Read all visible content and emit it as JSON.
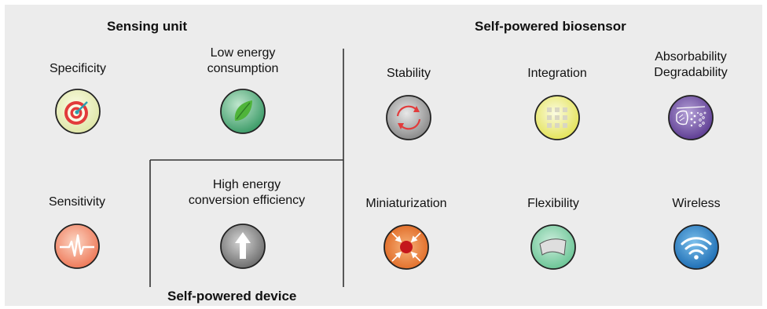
{
  "sections": {
    "sensing_unit": "Sensing unit",
    "self_powered_biosensor": "Self-powered biosensor",
    "self_powered_device": "Self-powered device"
  },
  "features": {
    "specificity": {
      "lines": [
        "Specificity"
      ],
      "icon": "target-icon"
    },
    "low_energy": {
      "lines": [
        "Low energy",
        "consumption"
      ],
      "icon": "leaf-icon"
    },
    "sensitivity": {
      "lines": [
        "Sensitivity"
      ],
      "icon": "pulse-icon"
    },
    "high_energy": {
      "lines": [
        "High energy",
        "conversion efficiency"
      ],
      "icon": "arrow-up-icon"
    },
    "stability": {
      "lines": [
        "Stability"
      ],
      "icon": "cycle-arrows-icon"
    },
    "integration": {
      "lines": [
        "Integration"
      ],
      "icon": "grid-icon"
    },
    "absorbability": {
      "lines": [
        "Absorbability",
        "Degradability"
      ],
      "icon": "dissolving-icon"
    },
    "miniaturization": {
      "lines": [
        "Miniaturization"
      ],
      "icon": "shrink-arrows-icon"
    },
    "flexibility": {
      "lines": [
        "Flexibility"
      ],
      "icon": "curved-sheet-icon"
    },
    "wireless": {
      "lines": [
        "Wireless"
      ],
      "icon": "wifi-icon"
    }
  },
  "colors": {
    "background": "#ececec",
    "divider": "#333333",
    "accent_red": "#e23b3b"
  }
}
